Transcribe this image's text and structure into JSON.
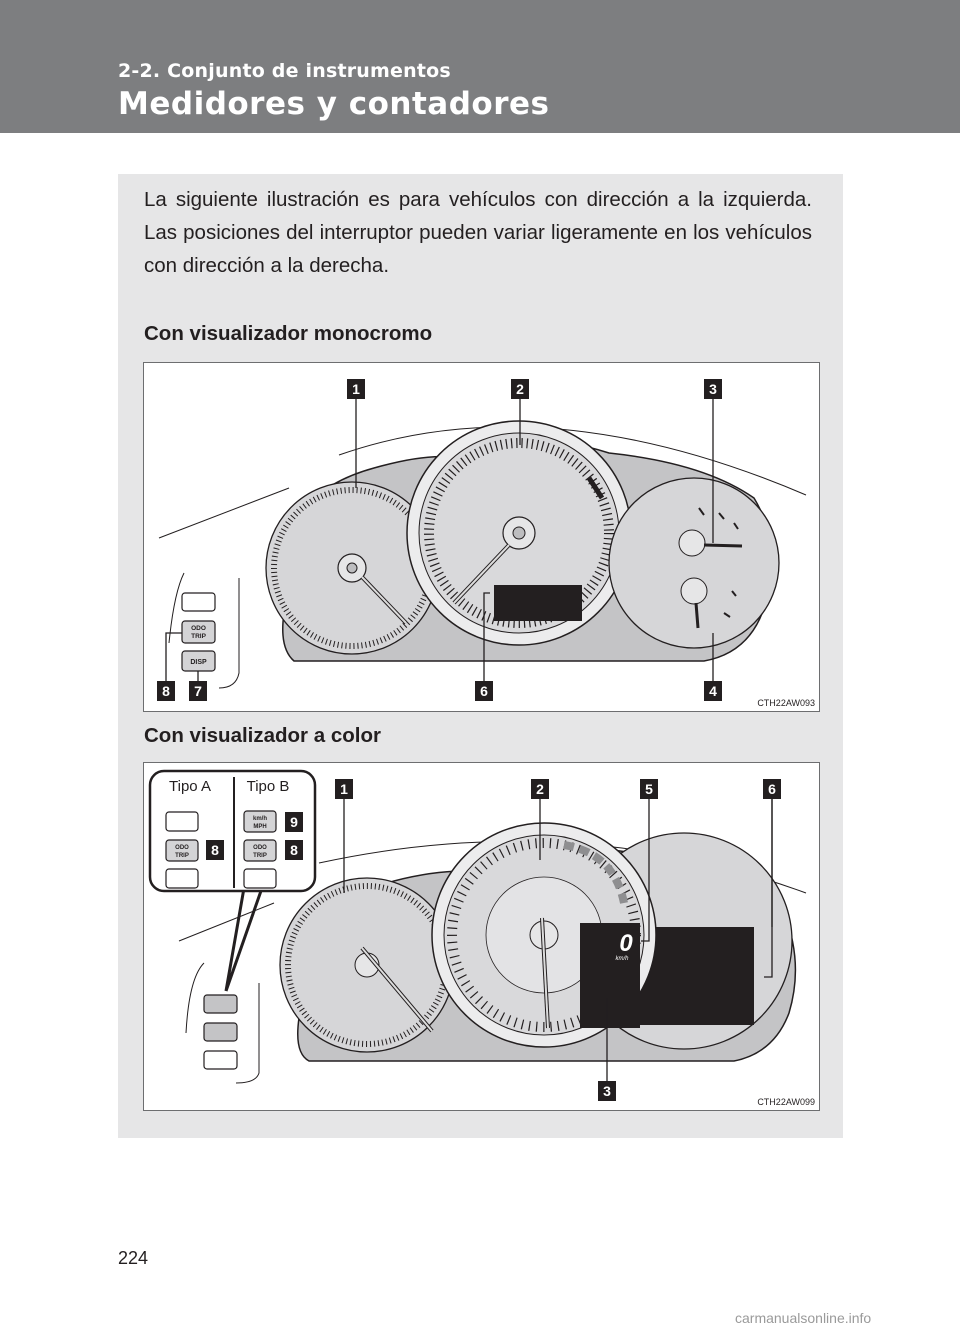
{
  "header": {
    "section": "2-2. Conjunto de instrumentos",
    "title": "Medidores y contadores"
  },
  "intro_text": "La siguiente ilustración es para vehículos con dirección a la izquierda. Las posiciones del interruptor pueden variar ligeramente en los vehículos con dirección a la derecha.",
  "figure1": {
    "heading": "Con visualizador monocromo",
    "code": "CTH22AW093",
    "callouts": [
      "1",
      "2",
      "3",
      "4",
      "6",
      "7",
      "8"
    ],
    "buttons": {
      "odo_trip": [
        "ODO",
        "TRIP"
      ],
      "disp": "DISP"
    }
  },
  "figure2": {
    "heading": "Con visualizador a color",
    "code": "CTH22AW099",
    "callouts": [
      "1",
      "2",
      "5",
      "6",
      "3",
      "9",
      "8",
      "8"
    ],
    "type_a": "Tipo A",
    "type_b": "Tipo B",
    "buttons": {
      "odo_trip": [
        "ODO",
        "TRIP"
      ],
      "kmh_mph": [
        "km/h",
        "MPH"
      ]
    },
    "display_value": "0",
    "display_unit": "km/h"
  },
  "page_number": "224",
  "watermark": "carmanualsonline.info",
  "colors": {
    "header": "#7d7e80",
    "panel": "#e6e6e7",
    "cluster": "#c4c4c6",
    "callout": "#231f20"
  }
}
